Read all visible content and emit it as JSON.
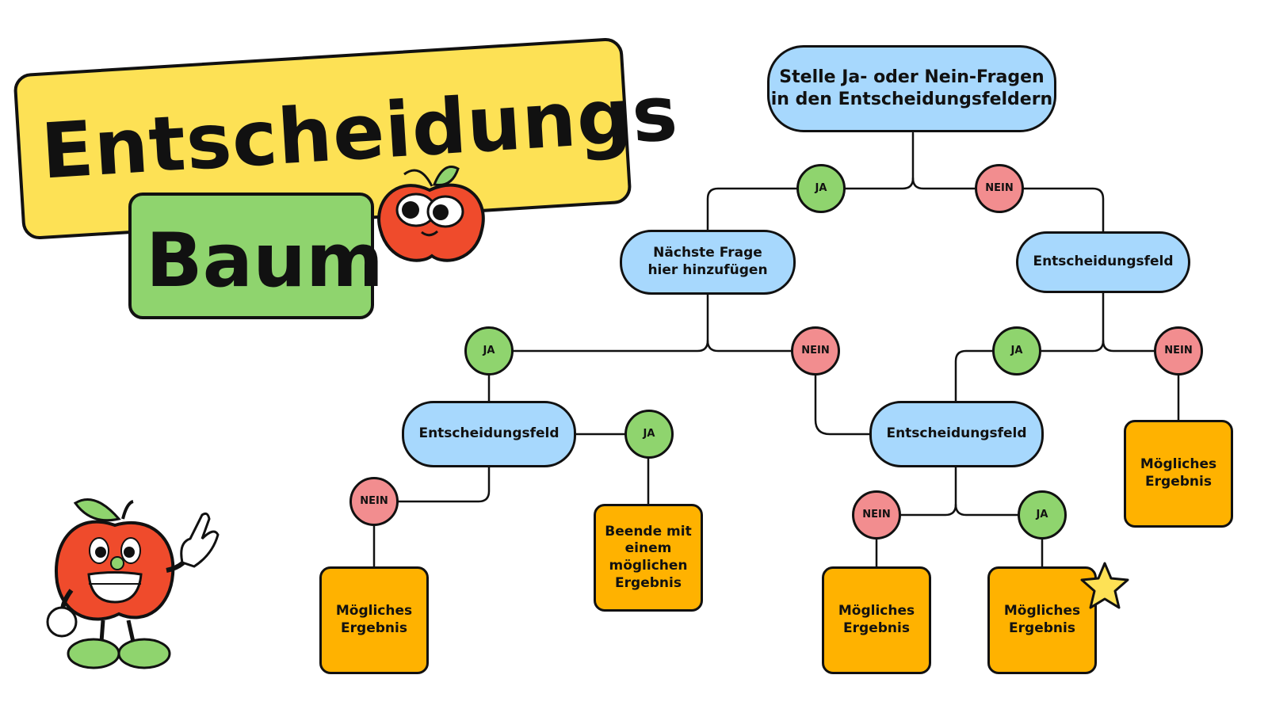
{
  "title": {
    "line1": "Entscheidungs",
    "line2": "Baum"
  },
  "nodes": {
    "root": "Stelle Ja- oder Nein-Fragen\nin den Entscheidungsfeldern",
    "next_question": "Nächste Frage\nhier hinzufügen",
    "decision_right": "Entscheidungsfeld",
    "decision_left": "Entscheidungsfeld",
    "decision_middle": "Entscheidungsfeld",
    "result_left": "Mögliches\nErgebnis",
    "result_end": "Beende mit\neinem\nmöglichen\nErgebnis",
    "result_mid_left": "Mögliches\nErgebnis",
    "result_mid_right": "Mögliches\nErgebnis",
    "result_far_right": "Mögliches\nErgebnis"
  },
  "labels": {
    "ja": "JA",
    "nein": "NEIN"
  },
  "colors": {
    "decision": "#a7d8fd",
    "result": "#ffb200",
    "ja": "#8fd46e",
    "nein": "#f28d8f",
    "title_yellow": "#fde155",
    "title_green": "#8fd46e",
    "apple_red": "#ef4b2c",
    "star": "#fde155"
  },
  "decorations": [
    "apple-mascot-small-icon",
    "apple-mascot-waving-icon",
    "star-icon"
  ]
}
